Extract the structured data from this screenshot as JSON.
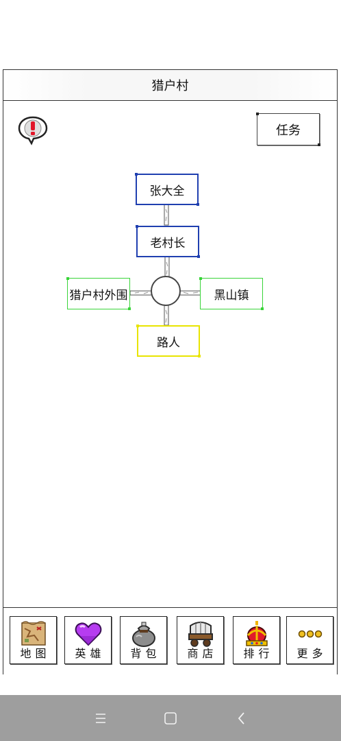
{
  "header": {
    "title": "猎户村"
  },
  "actions": {
    "task_label": "任务"
  },
  "map": {
    "north_far": "张大全",
    "north": "老村长",
    "west": "猎户村外围",
    "east": "黑山镇",
    "south": "路人"
  },
  "menu": [
    {
      "label": "地图",
      "icon": "map-scroll-icon"
    },
    {
      "label": "英雄",
      "icon": "purple-heart-icon"
    },
    {
      "label": "背包",
      "icon": "bag-icon"
    },
    {
      "label": "商店",
      "icon": "shop-wagon-icon"
    },
    {
      "label": "排行",
      "icon": "crown-icon"
    },
    {
      "label": "更多",
      "icon": "more-dots-icon"
    }
  ],
  "colors": {
    "npc_border": "#1f3fb0",
    "exit_border": "#38d438",
    "passerby_border": "#e8e400",
    "nav_bar": "#9e9e9e"
  }
}
